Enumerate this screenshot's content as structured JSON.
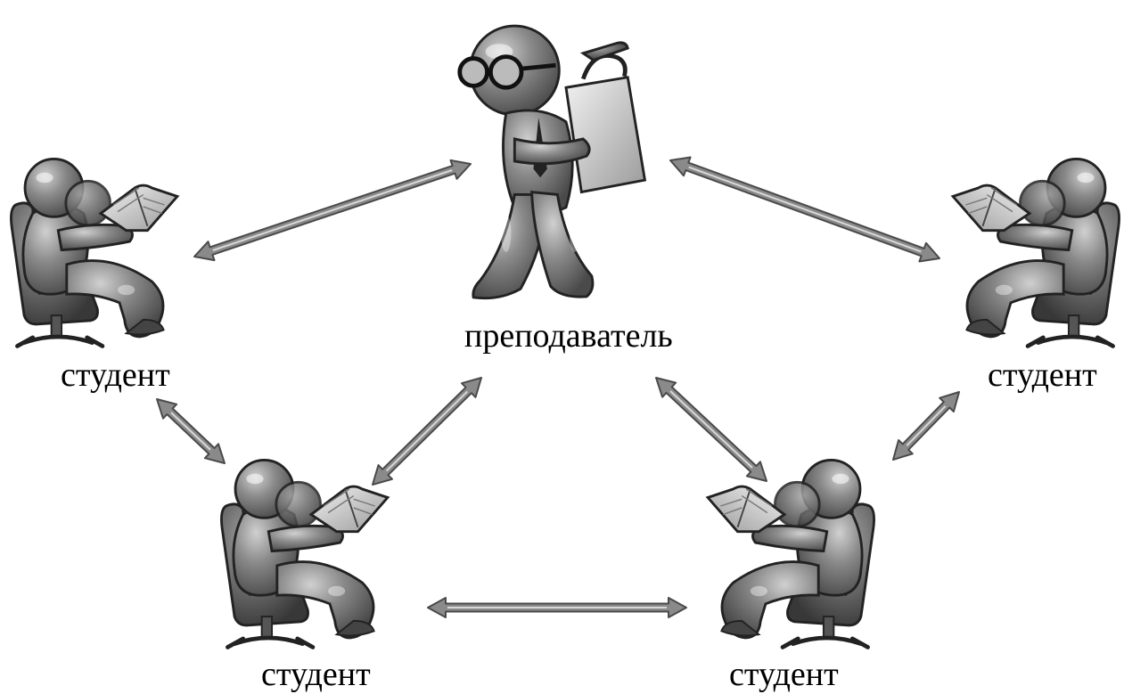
{
  "diagram": {
    "nodes": {
      "teacher": {
        "label": "преподаватель",
        "icon": "teacher-with-glasses-icon"
      },
      "student_left": {
        "label": "студент",
        "icon": "reading-student-icon"
      },
      "student_right": {
        "label": "студент",
        "icon": "reading-student-icon"
      },
      "student_bottom_left": {
        "label": "студент",
        "icon": "reading-student-icon"
      },
      "student_bottom_right": {
        "label": "студент",
        "icon": "reading-student-icon"
      }
    },
    "connections": [
      {
        "from": "teacher",
        "to": "student_left",
        "type": "bidirectional"
      },
      {
        "from": "teacher",
        "to": "student_right",
        "type": "bidirectional"
      },
      {
        "from": "teacher",
        "to": "student_bottom_left",
        "type": "bidirectional"
      },
      {
        "from": "teacher",
        "to": "student_bottom_right",
        "type": "bidirectional"
      },
      {
        "from": "student_left",
        "to": "student_bottom_left",
        "type": "bidirectional"
      },
      {
        "from": "student_right",
        "to": "student_bottom_right",
        "type": "bidirectional"
      },
      {
        "from": "student_bottom_left",
        "to": "student_bottom_right",
        "type": "bidirectional"
      }
    ]
  }
}
